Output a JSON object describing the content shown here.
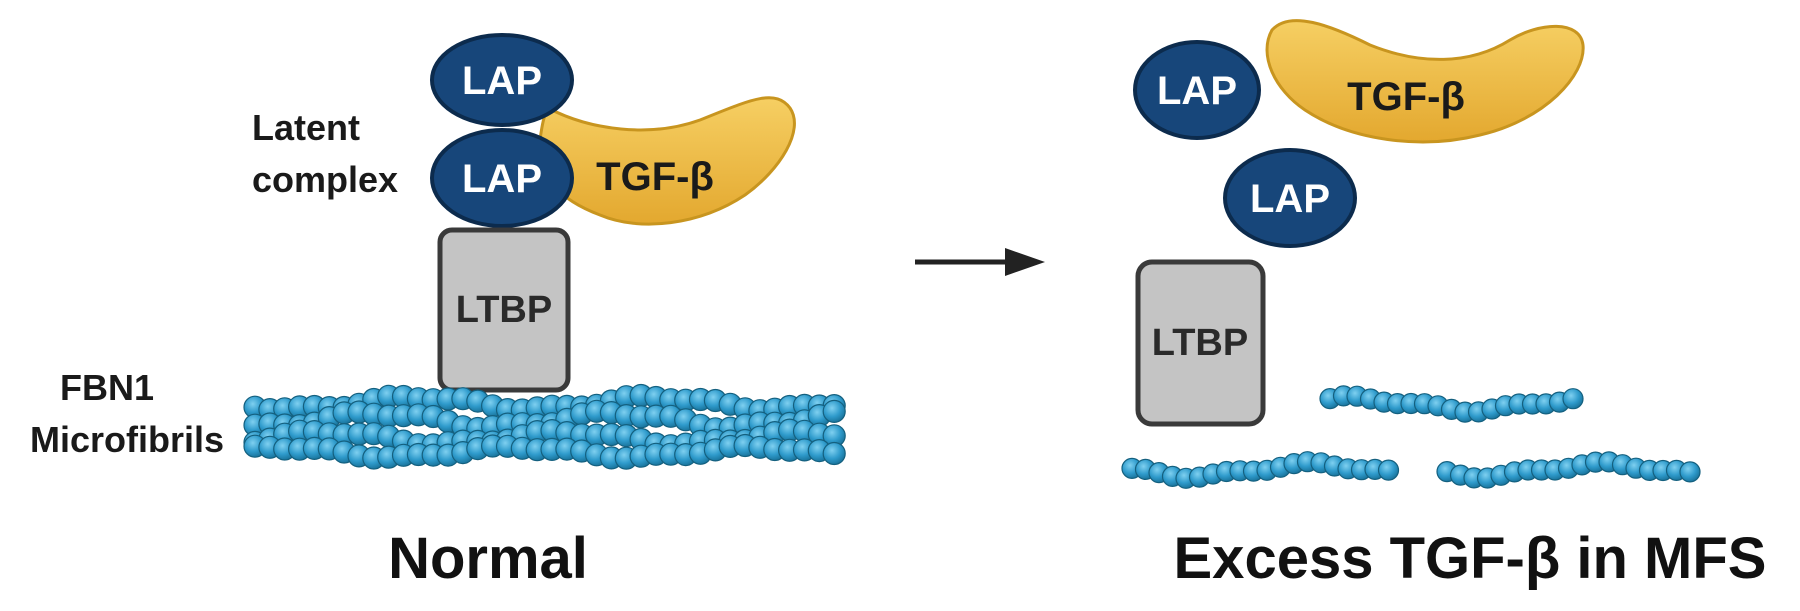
{
  "normal_panel": {
    "lap_top_label": "LAP",
    "lap_bottom_label": "LAP",
    "tgf_label": "TGF-β",
    "latent_line1": "Latent",
    "latent_line2": "complex",
    "ltbp_label": "LTBP",
    "fbn1_line1": "FBN1",
    "fbn1_line2": "Microfibrils",
    "caption": "Normal"
  },
  "mfs_panel": {
    "lap_left_label": "LAP",
    "lap_right_label": "LAP",
    "tgf_label": "TGF-β",
    "ltbp_label": "LTBP",
    "caption": "Excess TGF-β in MFS"
  },
  "colors": {
    "lap_fill": "#17467a",
    "lap_stroke": "#0c2b4d",
    "tgf_fill": "#f0bd45",
    "tgf_stroke": "#c8951f",
    "ltbp_fill": "#c4c4c4",
    "ltbp_stroke": "#3a3a3a",
    "fibril_fill": "#2f9bcc",
    "fibril_stroke": "#14607f",
    "arrow": "#222222"
  }
}
